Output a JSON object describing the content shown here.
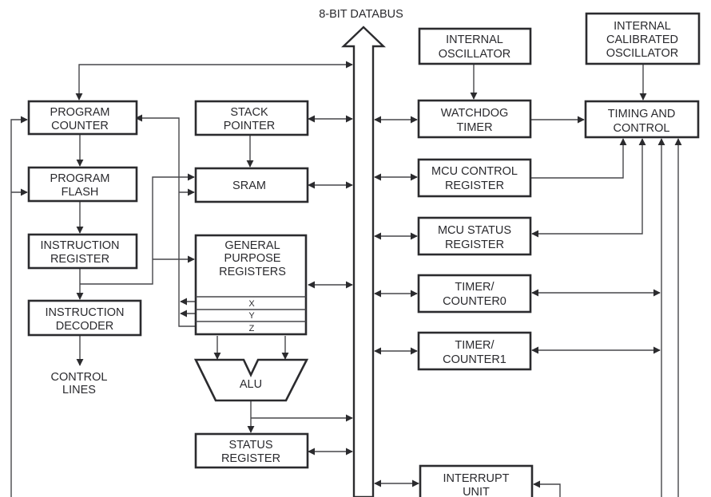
{
  "diagram": {
    "databus": {
      "label": "8-BIT DATABUS"
    },
    "blocks": {
      "program_counter": [
        "PROGRAM",
        "COUNTER"
      ],
      "program_flash": [
        "PROGRAM",
        "FLASH"
      ],
      "instruction_register": [
        "INSTRUCTION",
        "REGISTER"
      ],
      "instruction_decoder": [
        "INSTRUCTION",
        "DECODER"
      ],
      "control_lines": [
        "CONTROL",
        "LINES"
      ],
      "stack_pointer": [
        "STACK",
        "POINTER"
      ],
      "sram": [
        "SRAM"
      ],
      "general_purpose_registers": [
        "GENERAL",
        "PURPOSE",
        "REGISTERS"
      ],
      "gpr_pointers": [
        "X",
        "Y",
        "Z"
      ],
      "alu": [
        "ALU"
      ],
      "status_register": [
        "STATUS",
        "REGISTER"
      ],
      "internal_oscillator": [
        "INTERNAL",
        "OSCILLATOR"
      ],
      "watchdog_timer": [
        "WATCHDOG",
        "TIMER"
      ],
      "mcu_control_register": [
        "MCU CONTROL",
        "REGISTER"
      ],
      "mcu_status_register": [
        "MCU STATUS",
        "REGISTER"
      ],
      "timer_counter0": [
        "TIMER/",
        "COUNTER0"
      ],
      "timer_counter1": [
        "TIMER/",
        "COUNTER1"
      ],
      "interrupt_unit": [
        "INTERRUPT",
        "UNIT"
      ],
      "internal_calibrated_oscillator": [
        "INTERNAL",
        "CALIBRATED",
        "OSCILLATOR"
      ],
      "timing_and_control": [
        "TIMING AND",
        "CONTROL"
      ]
    }
  }
}
